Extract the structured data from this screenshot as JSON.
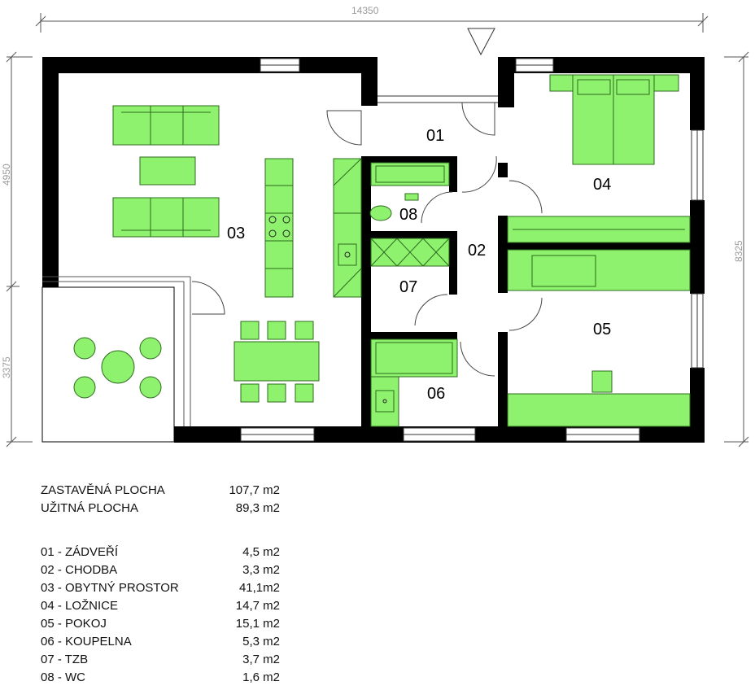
{
  "dimensions": {
    "overall_width": "14350",
    "overall_depth": "8325",
    "left_upper": "4950",
    "left_lower": "3375"
  },
  "rooms": [
    {
      "number": "01"
    },
    {
      "number": "02"
    },
    {
      "number": "03"
    },
    {
      "number": "04"
    },
    {
      "number": "05"
    },
    {
      "number": "06"
    },
    {
      "number": "07"
    },
    {
      "number": "08"
    }
  ],
  "summary": [
    {
      "label": "ZASTAVĚNÁ PLOCHA",
      "value": "107,7 m2"
    },
    {
      "label": "UŽITNÁ PLOCHA",
      "value": "89,3 m2"
    }
  ],
  "room_list": [
    {
      "label": "01 - ZÁDVEŘÍ",
      "value": "4,5 m2"
    },
    {
      "label": "02 - CHODBA",
      "value": "3,3 m2"
    },
    {
      "label": "03 - OBYTNÝ PROSTOR",
      "value": "41,1m2"
    },
    {
      "label": "04 - LOŽNICE",
      "value": "14,7 m2"
    },
    {
      "label": "05 - POKOJ",
      "value": "15,1 m2"
    },
    {
      "label": "06 - KOUPELNA",
      "value": "5,3 m2"
    },
    {
      "label": "07 - TZB",
      "value": "3,7 m2"
    },
    {
      "label": "08 - WC",
      "value": "1,6 m2"
    }
  ],
  "colors": {
    "furniture": "#8ef26e",
    "wall": "#000000"
  }
}
